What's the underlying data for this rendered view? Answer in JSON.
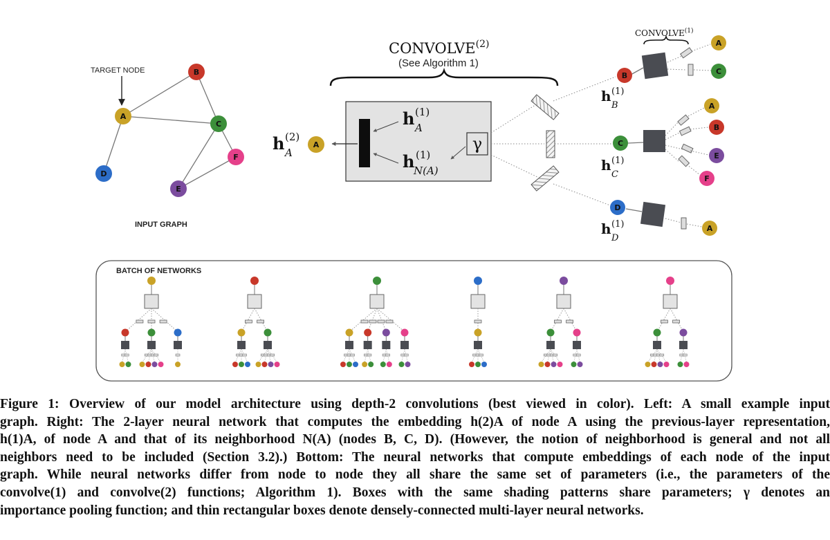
{
  "left_panel": {
    "target_node_label": "TARGET NODE",
    "input_graph_label": "INPUT GRAPH"
  },
  "middle_panel": {
    "convolve2_text": "CONVOLVE",
    "convolve2_sup": "(2)",
    "see_algorithm": "(See Algorithm 1)",
    "gamma": "γ",
    "h_letter": "h",
    "hA1_sub": "A",
    "hA1_sup": "(1)",
    "hN_sub": "N(A)",
    "hN_sup": "(1)",
    "hA2_sub": "A",
    "hA2_sup": "(2)"
  },
  "right_panel": {
    "convolve1_text": "CONVOLVE",
    "convolve1_sup": "(1)",
    "hB_sub": "B",
    "hB_sup": "(1)",
    "hC_sub": "C",
    "hC_sup": "(1)",
    "hD_sub": "D",
    "hD_sup": "(1)"
  },
  "batch_label": "BATCH OF NETWORKS",
  "colors": {
    "A": "#c9a227",
    "B": "#c8382a",
    "C": "#3c8f3a",
    "D": "#2c6dc8",
    "E": "#7b4c9e",
    "F": "#e5408a",
    "dark_box": "#4a4c52",
    "light_box": "#e3e3e3"
  },
  "caption_lines": [
    "Figure 1: Overview of our model architecture using depth-2 convolutions (best viewed in color). Left: A small example input",
    "graph. Right: The 2-layer neural network that computes the embedding h(2)A of node A using the previous-layer representation,",
    "h(1)A, of node A and that of its neighborhood N(A) (nodes B, C, D). (However, the notion of neighborhood is general and not all",
    "neighbors need to be included (Section 3.2).) Bottom: The neural networks that compute embeddings of each node of the input",
    "graph. While neural networks differ from node to node they all share the same set of parameters (i.e., the parameters of the",
    "convolve(1) and convolve(2) functions; Algorithm 1). Boxes with the same shading patterns share parameters; γ denotes an",
    "importance pooling function; and thin rectangular boxes denote densely-connected multi-layer neural networks."
  ]
}
